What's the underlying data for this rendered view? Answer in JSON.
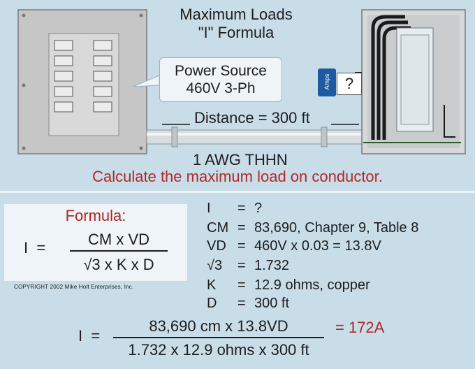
{
  "title_line1": "Maximum Loads",
  "title_line2": "\"I\" Formula",
  "power_source_line1": "Power Source",
  "power_source_line2": "460V 3-Ph",
  "amps_label": "Amps",
  "unknown_mark": "?",
  "distance_label": "Distance = 300 ft",
  "conductor_label": "1 AWG THHN",
  "instruction": "Calculate the maximum load on conductor.",
  "formula": {
    "title": "Formula:",
    "lhs": "I",
    "eq": "=",
    "numerator": "CM x VD",
    "denominator": "√3 x K x D"
  },
  "copyright": "COPYRIGHT 2002  Mike Holt Enterprises, Inc.",
  "variables": [
    {
      "name": "I",
      "eq": "=",
      "value": "?"
    },
    {
      "name": "CM",
      "eq": "=",
      "value": "83,690, Chapter 9, Table 8"
    },
    {
      "name": "VD",
      "eq": "=",
      "value": "460V x 0.03 = 13.8V"
    },
    {
      "name": "√3",
      "eq": "=",
      "value": "1.732"
    },
    {
      "name": "K",
      "eq": "=",
      "value": "12.9 ohms, copper"
    },
    {
      "name": "D",
      "eq": "=",
      "value": "300 ft"
    }
  ],
  "solution": {
    "lhs": "I",
    "eq": "=",
    "numerator": "83,690 cm x 13.8VD",
    "denominator": "1.732 x 12.9 ohms x 300 ft",
    "result": "= 172A"
  },
  "colors": {
    "background": "#c9dde8",
    "accent_red": "#b0282a",
    "amps_blue": "#1e5aa0",
    "panel": "#c4c4c4"
  }
}
